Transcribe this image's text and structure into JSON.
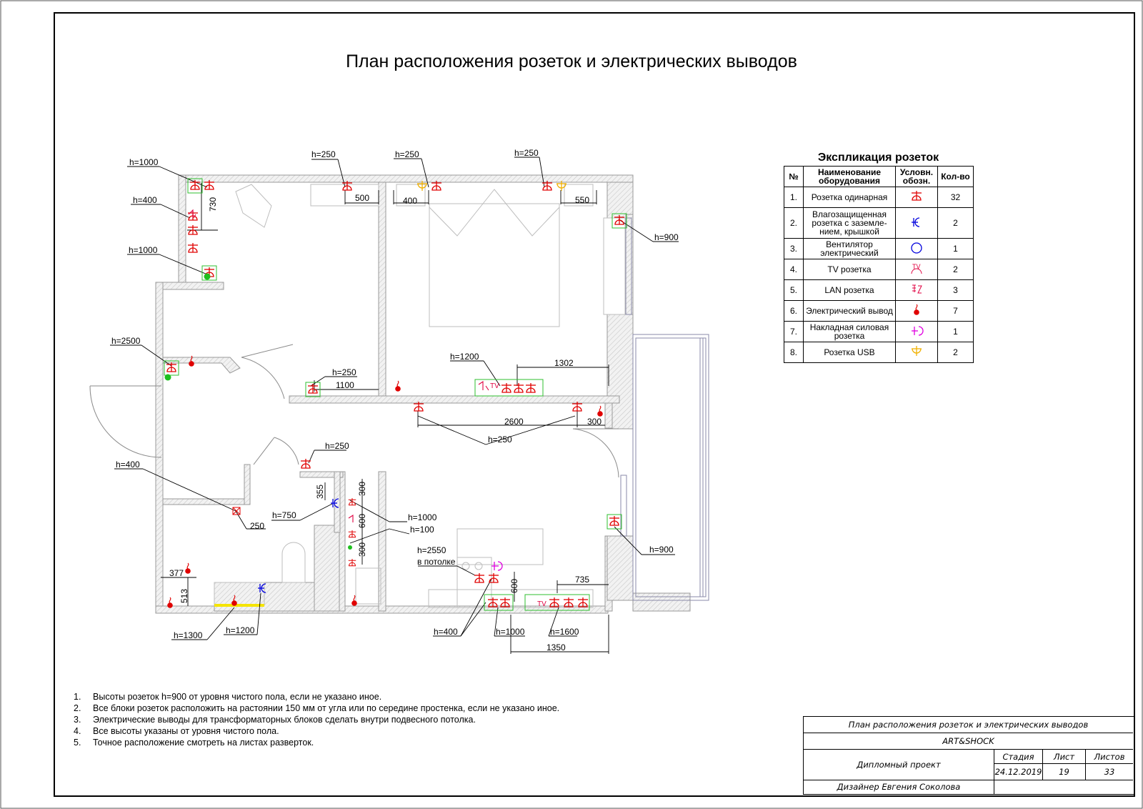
{
  "title": "План расположения розеток и электрических выводов",
  "explication": {
    "title": "Экспликация розеток",
    "headers": [
      "№",
      "Наименование оборудования",
      "Условн. обозн.",
      "Кол-во"
    ],
    "rows": [
      {
        "no": "1.",
        "name": "Розетка одинарная",
        "icon": "socket-icon",
        "color": "#e00000",
        "qty": "32"
      },
      {
        "no": "2.",
        "name": "Влагозащищенная розетка с заземле-нием, крышкой",
        "icon": "waterproof-socket-icon",
        "color": "#0000dd",
        "qty": "2"
      },
      {
        "no": "3.",
        "name": "Вентилятор электрический",
        "icon": "fan-icon",
        "color": "#0000dd",
        "qty": "1"
      },
      {
        "no": "4.",
        "name": "TV розетка",
        "icon": "tv-socket-icon",
        "color": "#e00000",
        "qty": "2"
      },
      {
        "no": "5.",
        "name": "LAN розетка",
        "icon": "lan-socket-icon",
        "color": "#e00040",
        "qty": "3"
      },
      {
        "no": "6.",
        "name": "Электрический вывод",
        "icon": "electric-outlet-icon",
        "color": "#e00000",
        "qty": "7"
      },
      {
        "no": "7.",
        "name": "Накладная силовая розетка",
        "icon": "power-socket-icon",
        "color": "#e000e0",
        "qty": "1"
      },
      {
        "no": "8.",
        "name": "Розетка USB",
        "icon": "usb-socket-icon",
        "color": "#f0b000",
        "qty": "2"
      }
    ]
  },
  "notes": [
    {
      "n": "1.",
      "text": "Высоты розеток h=900 от уровня чистого пола, если не указано иное."
    },
    {
      "n": "2.",
      "text": "Все блоки розеток расположить на растоянии 150 мм от угла или по середине простенка, если не указано иное."
    },
    {
      "n": "3.",
      "text": "Электрические выводы для трансформаторных блоков сделать внутри подвесного потолка."
    },
    {
      "n": "4.",
      "text": "Все высоты указаны от уровня чистого пола."
    },
    {
      "n": "5.",
      "text": "Точное расположение смотреть на листах разверток."
    }
  ],
  "stamp": {
    "title": "План расположения розеток и электрических выводов",
    "company": "ART&SHOCK",
    "project": "Дипломный проект",
    "designer": "Дизайнер Евгения Соколова",
    "stage_label": "Стадия",
    "sheet_label": "Лист",
    "sheets_label": "Листов",
    "date": "24.12.2019",
    "sheet": "19",
    "sheets": "33"
  },
  "labels": {
    "h1000a": "h=1000",
    "h400a": "h=400",
    "h1000b": "h=1000",
    "h2500": "h=2500",
    "h250a": "h=250",
    "h250b": "h=250",
    "h250c": "h=250",
    "h250d": "h=250",
    "h900a": "h=900",
    "h1200": "h=1200",
    "h250e": "h=250",
    "h250f": "h=250",
    "h400b": "h=400",
    "h750": "h=750",
    "h1000c": "h=1000",
    "h100": "h=100",
    "h2550": "h=2550",
    "v_potolke": "в потолке",
    "h900b": "h=900",
    "h1300": "h=1300",
    "h1200b": "h=1200",
    "h400c": "h=400",
    "h1000d": "h=1000",
    "h1600": "h=1600",
    "d730": "730",
    "d500": "500",
    "d400": "400",
    "d550": "550",
    "d1100": "1100",
    "d1302": "1302",
    "d2600": "2600",
    "d300a": "300",
    "d355": "355",
    "d300b": "300",
    "d600a": "600",
    "d300c": "300",
    "d250": "250",
    "d377": "377",
    "d513": "513",
    "d735": "735",
    "d600b": "600",
    "d1350": "1350",
    "tv": "TV"
  }
}
